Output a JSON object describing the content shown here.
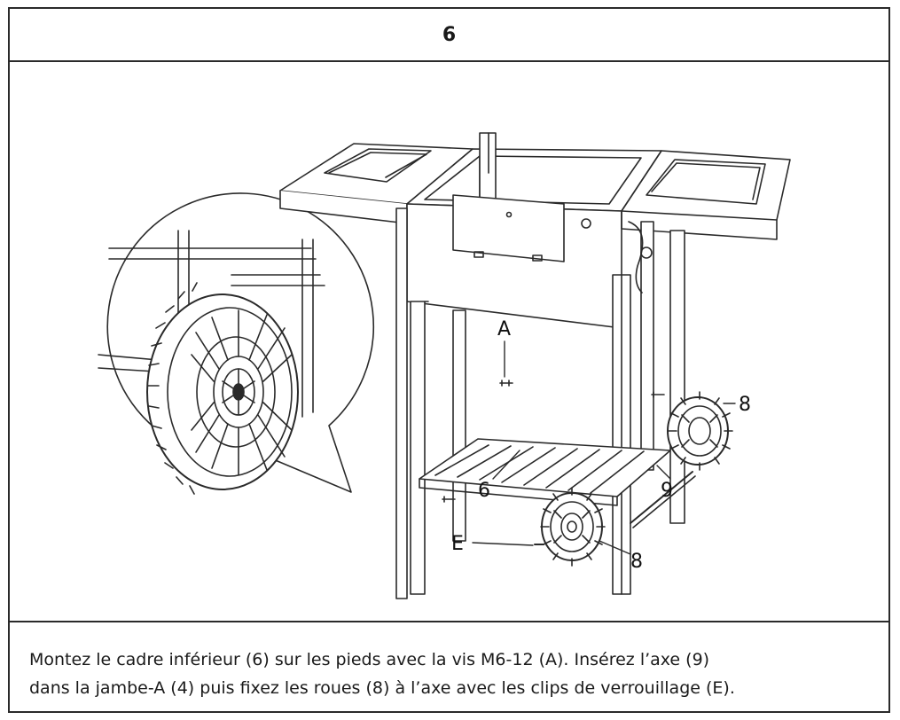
{
  "step": {
    "number": "6"
  },
  "callouts": {
    "A": "A",
    "E": "E",
    "frame": "6",
    "axle": "9",
    "wheel_right": "8",
    "wheel_front": "8"
  },
  "instructions": {
    "line1": "Montez le cadre inférieur (6) sur les pieds avec la vis M6-12 (A). Insérez l’axe (9)",
    "line2": "dans la jambe-A (4) puis fixez les roues (8) à l’axe avec les clips de verrouillage (E)."
  },
  "colors": {
    "line": "#2a2a2a",
    "background": "#ffffff"
  }
}
